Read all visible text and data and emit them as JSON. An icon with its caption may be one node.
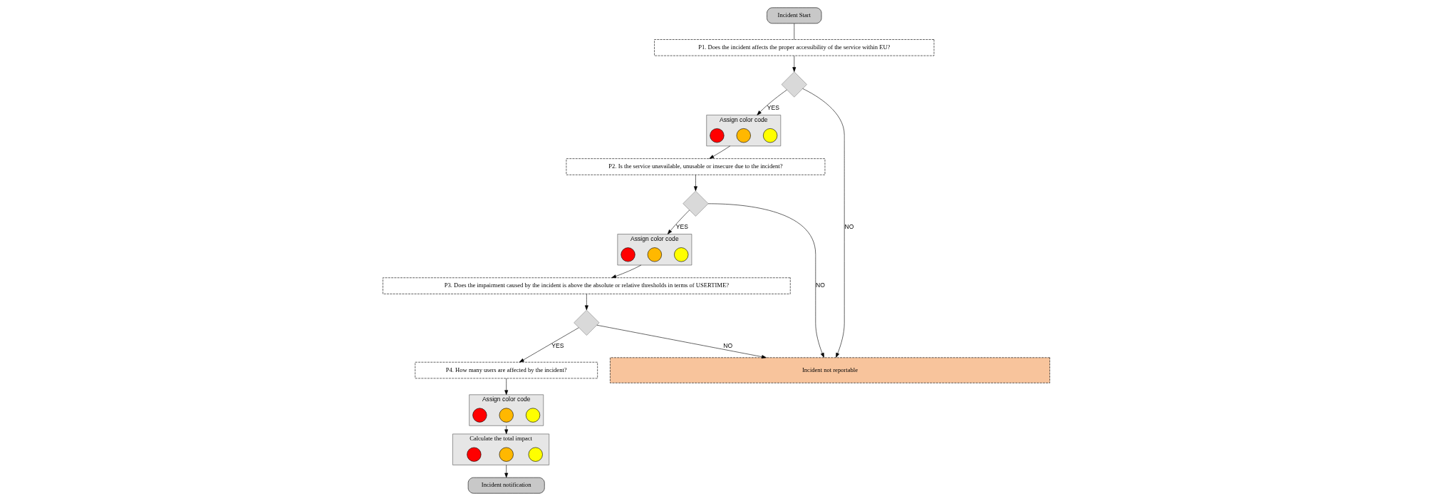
{
  "diagram": {
    "nodes": [
      {
        "text": [
          "Incident Start"
        ]
      },
      {
        "text": [
          "P1. Does the incident affects the proper accessibility of the service within EU?"
        ]
      },
      {
        "text": [],
        "shape": "diamond"
      },
      {
        "text": [
          "Assign color code"
        ]
      },
      {
        "text": [],
        "shape": "circle",
        "in": 3
      },
      {
        "text": [],
        "shape": "circle",
        "in": 3
      },
      {
        "text": [],
        "shape": "circle",
        "in": 3
      },
      {
        "text": [
          "P2. Is the service unavailable, unusable or insecure due to the incident?"
        ]
      },
      {
        "text": [],
        "shape": "diamond"
      },
      {
        "text": [
          "Assign color code"
        ]
      },
      {
        "text": [],
        "shape": "circle",
        "in": 9
      },
      {
        "text": [],
        "shape": "circle",
        "in": 9
      },
      {
        "text": [],
        "shape": "circle",
        "in": 9
      },
      {
        "text": [
          "P3. Does the impairment caused by the incident is above the absolute or relative thresholds in terms of USERTIME?"
        ]
      },
      {
        "text": [],
        "shape": "diamond"
      },
      {
        "text": [
          "P4. How many users are affected by the incident?"
        ]
      },
      {
        "text": [
          "Assign color code"
        ]
      },
      {
        "text": [],
        "shape": "circle",
        "in": 16
      },
      {
        "text": [],
        "shape": "circle",
        "in": 16
      },
      {
        "text": [],
        "shape": "circle",
        "in": 16
      },
      {
        "text": [
          "Calculate the total impact"
        ]
      },
      {
        "text": [],
        "shape": "circle",
        "in": 20
      },
      {
        "text": [],
        "shape": "circle",
        "in": 20
      },
      {
        "text": [],
        "shape": "circle",
        "in": 20
      },
      {
        "text": [
          "Incident notification"
        ]
      },
      {
        "text": [
          "Incident not reportable"
        ]
      }
    ],
    "edges": [
      {
        "from": 0,
        "to": 1,
        "arrow": "none"
      },
      {
        "from": 1,
        "to": 2,
        "arrow": "to"
      },
      {
        "from": 2,
        "to": 3,
        "arrow": "to",
        "label": "YES"
      },
      {
        "from": 3,
        "to": 7,
        "arrow": "to"
      },
      {
        "from": 2,
        "to": 25,
        "arrow": "to",
        "label": "NO"
      },
      {
        "from": 7,
        "to": 8,
        "arrow": "to"
      },
      {
        "from": 8,
        "to": 9,
        "arrow": "to",
        "label": "YES"
      },
      {
        "from": 9,
        "to": 13,
        "arrow": "to"
      },
      {
        "from": 8,
        "to": 25,
        "arrow": "to",
        "label": "NO"
      },
      {
        "from": 13,
        "to": 14,
        "arrow": "to"
      },
      {
        "from": 14,
        "to": 15,
        "arrow": "to",
        "label": "YES"
      },
      {
        "from": 14,
        "to": 25,
        "arrow": "to",
        "label": "NO"
      },
      {
        "from": 15,
        "to": 16,
        "arrow": "to"
      },
      {
        "from": 16,
        "to": 20,
        "arrow": "to"
      },
      {
        "from": 20,
        "to": 24,
        "arrow": "to"
      }
    ]
  }
}
